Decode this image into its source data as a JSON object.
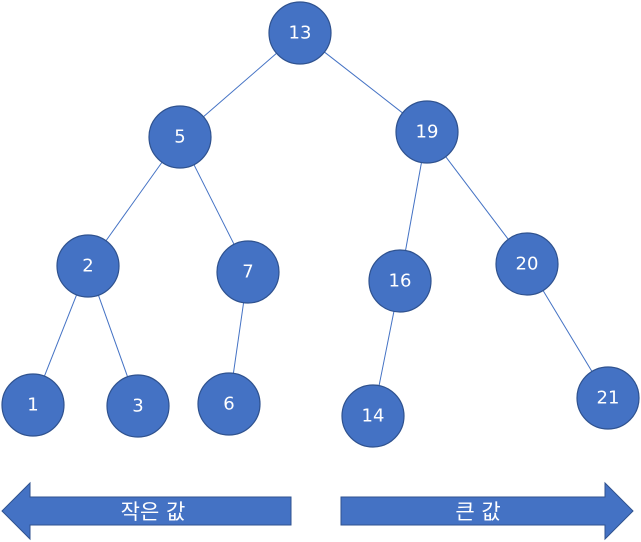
{
  "tree": {
    "nodes": [
      {
        "id": "n13",
        "label": "13"
      },
      {
        "id": "n5",
        "label": "5"
      },
      {
        "id": "n19",
        "label": "19"
      },
      {
        "id": "n2",
        "label": "2"
      },
      {
        "id": "n7",
        "label": "7"
      },
      {
        "id": "n16",
        "label": "16"
      },
      {
        "id": "n20",
        "label": "20"
      },
      {
        "id": "n1",
        "label": "1"
      },
      {
        "id": "n3",
        "label": "3"
      },
      {
        "id": "n6",
        "label": "6"
      },
      {
        "id": "n14",
        "label": "14"
      },
      {
        "id": "n21",
        "label": "21"
      }
    ],
    "edges": [
      [
        "n13",
        "n5"
      ],
      [
        "n13",
        "n19"
      ],
      [
        "n5",
        "n2"
      ],
      [
        "n5",
        "n7"
      ],
      [
        "n19",
        "n16"
      ],
      [
        "n19",
        "n20"
      ],
      [
        "n2",
        "n1"
      ],
      [
        "n2",
        "n3"
      ],
      [
        "n7",
        "n6"
      ],
      [
        "n16",
        "n14"
      ],
      [
        "n20",
        "n21"
      ]
    ],
    "colors": {
      "node_fill": "#4472c4",
      "node_border": "#2f528f",
      "edge": "#4472c4",
      "label": "#ffffff"
    }
  },
  "arrows": {
    "left": {
      "label": "작은 값",
      "direction": "left"
    },
    "right": {
      "label": "큰 값",
      "direction": "right"
    }
  }
}
